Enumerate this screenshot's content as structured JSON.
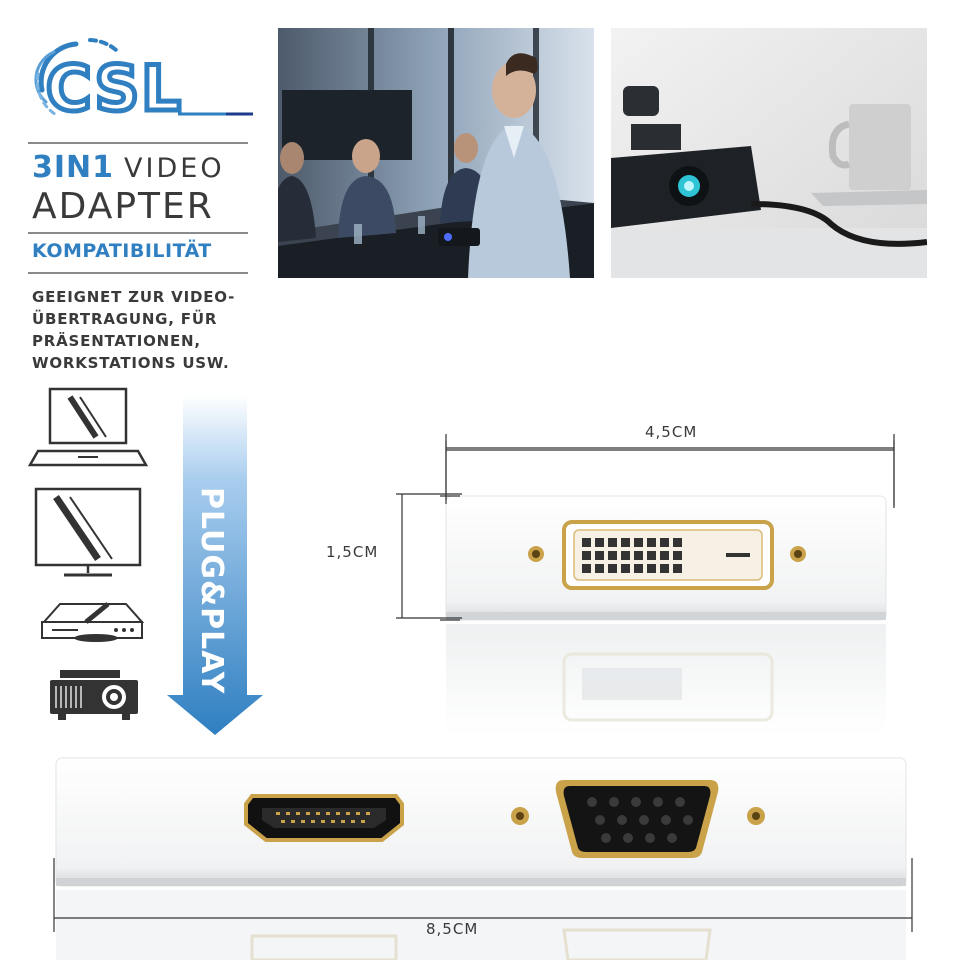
{
  "brand": {
    "logo_text": "CSL"
  },
  "heading": {
    "title_strong": "3IN1",
    "title_light": "VIDEO",
    "title_second": "ADAPTER",
    "subtitle": "KOMPATIBILITÄT"
  },
  "description": {
    "lines": [
      "GEEIGNET ZUR VIDEO-",
      "ÜBERTRAGUNG, FÜR",
      "PRÄSENTATIONEN,",
      "WORKSTATIONS USW."
    ]
  },
  "devices": [
    {
      "icon": "laptop-icon"
    },
    {
      "icon": "monitor-icon"
    },
    {
      "icon": "dvd-player-icon"
    },
    {
      "icon": "projector-icon"
    }
  ],
  "plug_play": {
    "label": "PLUG&PLAY"
  },
  "dimensions": {
    "width_top": "4,5CM",
    "height": "1,5CM",
    "width_bottom": "8,5CM"
  },
  "ports": {
    "top": [
      "DVI"
    ],
    "bottom": [
      "HDMI",
      "VGA"
    ]
  },
  "colors": {
    "accent_blue": "#2f7fc1",
    "text_gray": "#3a3a3a",
    "gold": "#c9a24a"
  }
}
